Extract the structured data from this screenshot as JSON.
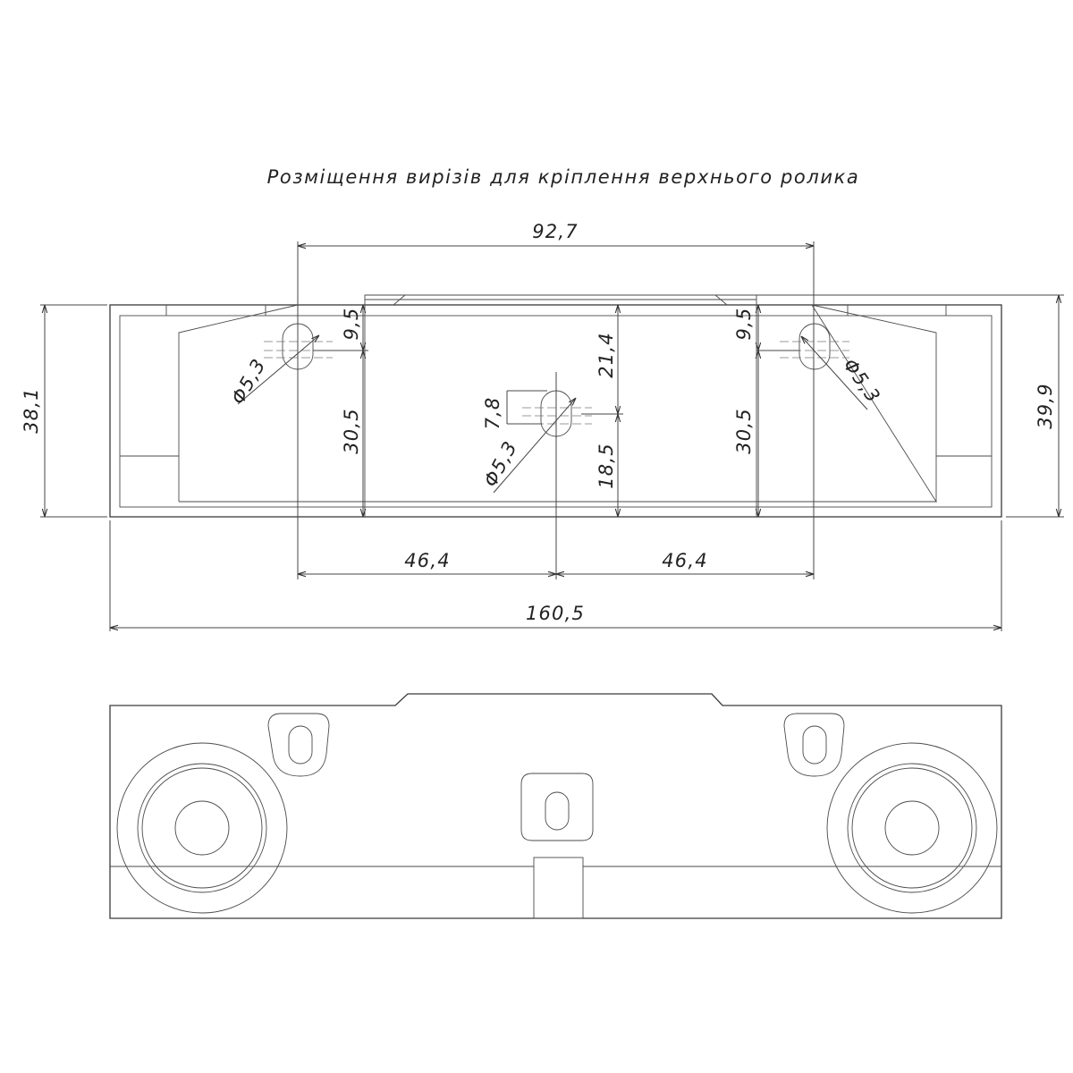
{
  "title": "Розміщення вирізів для кріплення верхнього ролика",
  "dimensions": {
    "top_span": "92,7",
    "left_height": "38,1",
    "right_height": "39,9",
    "total_width": "160,5",
    "left_half": "46,4",
    "right_half": "46,4",
    "left_hole_top": "9,5",
    "left_hole_bottom": "30,5",
    "right_hole_top": "9,5",
    "right_hole_bottom": "30,5",
    "center_hole_top": "21,4",
    "center_hole_bottom": "18,5",
    "center_hole_height": "7,8",
    "left_hole_dia": "Φ5,3",
    "center_hole_dia": "Φ5,3",
    "right_hole_dia": "Φ5,3"
  }
}
